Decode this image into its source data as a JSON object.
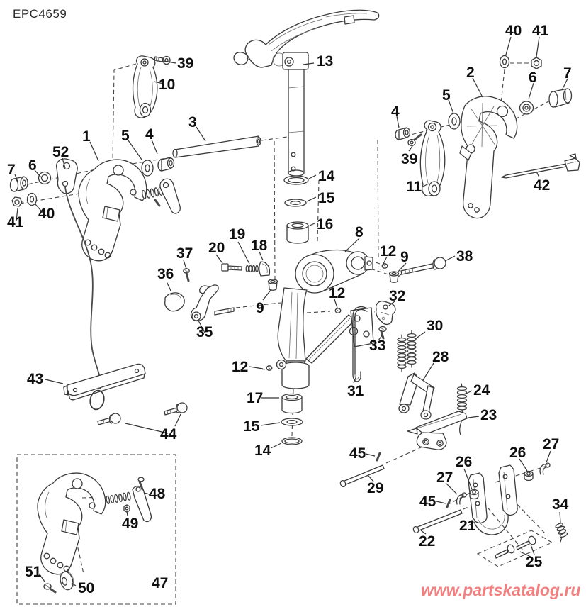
{
  "page": {
    "code": "EPC4659",
    "watermark": "www.partskatalog.ru"
  },
  "colors": {
    "line": "#3a3a3a",
    "label": "#0f0f0f",
    "watermark": "#f28080",
    "background": "#ffffff"
  },
  "diagram": {
    "kind": "exploded-parts-diagram"
  },
  "labels": [
    {
      "n": "39"
    },
    {
      "n": "10"
    },
    {
      "n": "13"
    },
    {
      "n": "40"
    },
    {
      "n": "41"
    },
    {
      "n": "2"
    },
    {
      "n": "5"
    },
    {
      "n": "6"
    },
    {
      "n": "7"
    },
    {
      "n": "4"
    },
    {
      "n": "39"
    },
    {
      "n": "11"
    },
    {
      "n": "42"
    },
    {
      "n": "3"
    },
    {
      "n": "4"
    },
    {
      "n": "5"
    },
    {
      "n": "1"
    },
    {
      "n": "52"
    },
    {
      "n": "6"
    },
    {
      "n": "7"
    },
    {
      "n": "40"
    },
    {
      "n": "41"
    },
    {
      "n": "14"
    },
    {
      "n": "15"
    },
    {
      "n": "16"
    },
    {
      "n": "8"
    },
    {
      "n": "19"
    },
    {
      "n": "18"
    },
    {
      "n": "20"
    },
    {
      "n": "37"
    },
    {
      "n": "36"
    },
    {
      "n": "12"
    },
    {
      "n": "9"
    },
    {
      "n": "38"
    },
    {
      "n": "9"
    },
    {
      "n": "12"
    },
    {
      "n": "32"
    },
    {
      "n": "33"
    },
    {
      "n": "30"
    },
    {
      "n": "28"
    },
    {
      "n": "35"
    },
    {
      "n": "31"
    },
    {
      "n": "12"
    },
    {
      "n": "43"
    },
    {
      "n": "44"
    },
    {
      "n": "17"
    },
    {
      "n": "15"
    },
    {
      "n": "14"
    },
    {
      "n": "24"
    },
    {
      "n": "23"
    },
    {
      "n": "45"
    },
    {
      "n": "29"
    },
    {
      "n": "26"
    },
    {
      "n": "27"
    },
    {
      "n": "26"
    },
    {
      "n": "27"
    },
    {
      "n": "45"
    },
    {
      "n": "21"
    },
    {
      "n": "22"
    },
    {
      "n": "34"
    },
    {
      "n": "25"
    },
    {
      "n": "48"
    },
    {
      "n": "49"
    },
    {
      "n": "47"
    },
    {
      "n": "51"
    },
    {
      "n": "50"
    }
  ]
}
